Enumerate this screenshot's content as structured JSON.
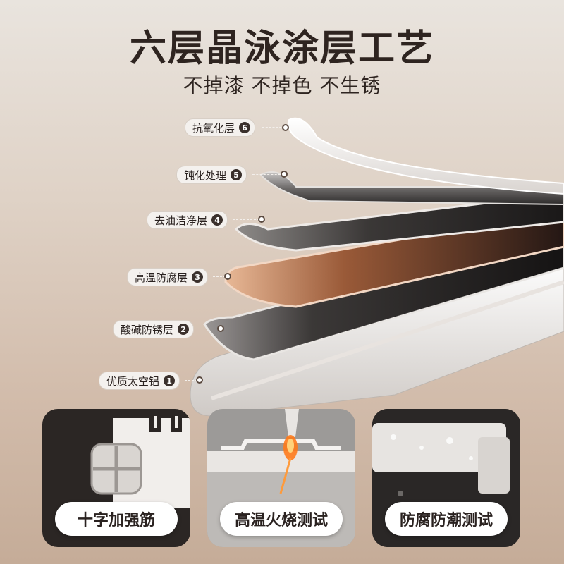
{
  "headline": "六层晶泳涂层工艺",
  "subline": "不掉漆 不掉色 不生锈",
  "layers": [
    {
      "label": "抗氧化层",
      "number": "6"
    },
    {
      "label": "钝化处理",
      "number": "5"
    },
    {
      "label": "去油洁净层",
      "number": "4"
    },
    {
      "label": "高温防腐层",
      "number": "3"
    },
    {
      "label": "酸碱防锈层",
      "number": "2"
    },
    {
      "label": "优质太空铝",
      "number": "1"
    }
  ],
  "features": [
    {
      "label": "十字加强筋",
      "icon": "cross-section-profile-icon"
    },
    {
      "label": "高温火烧测试",
      "icon": "flame-torch-icon"
    },
    {
      "label": "防腐防潮测试",
      "icon": "water-droplets-icon"
    }
  ]
}
